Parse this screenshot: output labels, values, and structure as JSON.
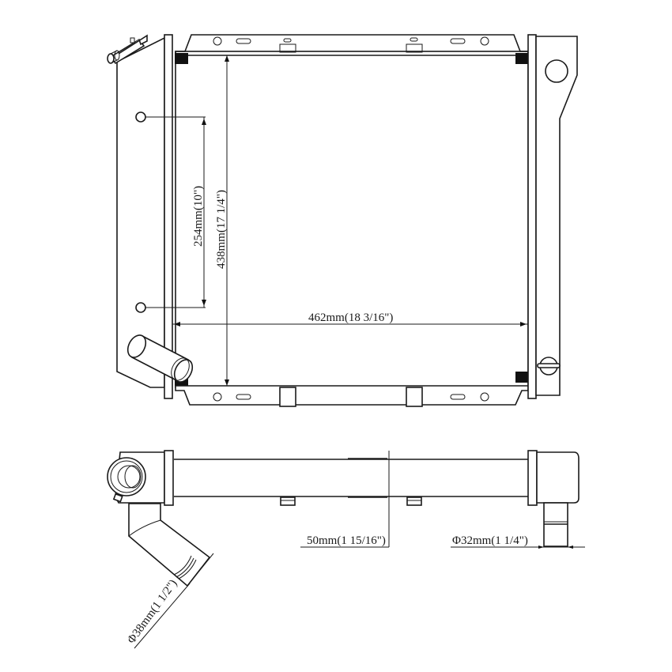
{
  "drawing": {
    "subject": "Radiator technical drawing",
    "colors": {
      "line": "#1a1a1a",
      "background": "#ffffff",
      "tank_seal": "#111111"
    }
  },
  "front_view": {
    "dimensions": {
      "width": "462mm(18 3/16\")",
      "core_height": "438mm(17 1/4\")",
      "mount_spacing": "254mm(10\")"
    }
  },
  "top_view": {
    "dimensions": {
      "core_thickness": "50mm(1 15/16\")",
      "outlet_diameter": "Φ32mm(1 1/4\")",
      "inlet_diameter": "Φ38mm(1 1/2\")"
    }
  }
}
